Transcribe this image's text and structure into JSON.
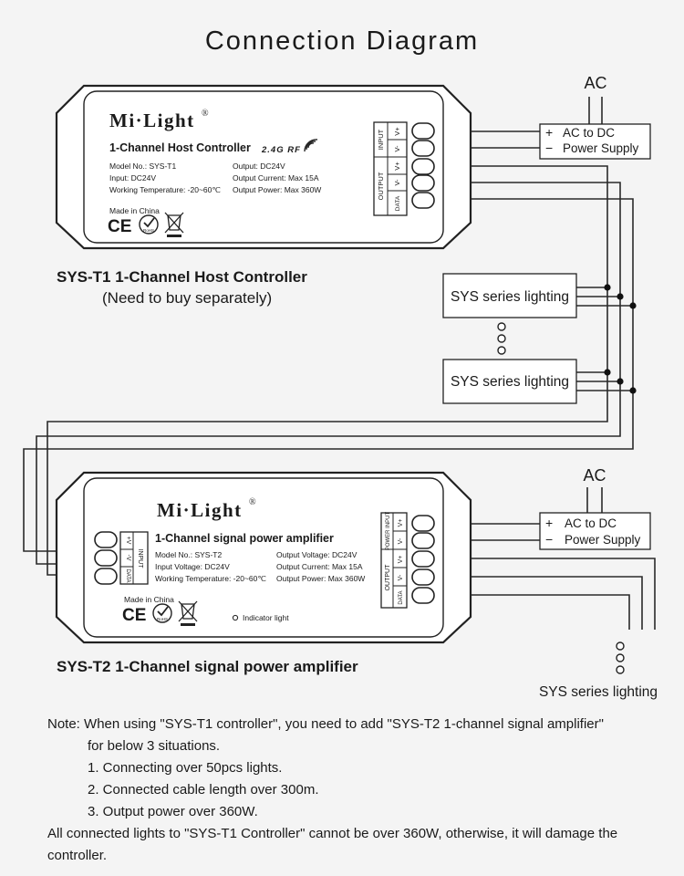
{
  "title": "Connection Diagram",
  "host": {
    "brand": "Mi·Light",
    "reg": "®",
    "product": "1-Channel Host Controller",
    "rf": "2.4G RF",
    "specs_left": [
      "Model No.: SYS-T1",
      "Input: DC24V",
      "Working Temperature: -20~60℃"
    ],
    "specs_right": [
      "Output: DC24V",
      "Output Current: Max 15A",
      "Output Power: Max 360W"
    ],
    "made_in": "Made in China",
    "ce": "CE",
    "rohs": "RoHS",
    "group_input": "INPUT",
    "group_output": "OUTPUT",
    "terminals": [
      "V+",
      "V-",
      "V+",
      "V-",
      "DATA"
    ],
    "caption": "SYS-T1 1-Channel Host Controller",
    "subcaption": "(Need to buy separately)"
  },
  "amp": {
    "brand": "Mi·Light",
    "reg": "®",
    "product": "1-Channel signal power amplifier",
    "specs_left": [
      "Model No.: SYS-T2",
      "Input Voltage: DC24V",
      "Working Temperature: -20~60℃"
    ],
    "specs_right": [
      "Output Voltage: DC24V",
      "Output Current: Max 15A",
      "Output Power: Max 360W"
    ],
    "made_in": "Made in China",
    "ce": "CE",
    "rohs": "RoHS",
    "indicator": "Indicator light",
    "left_group": "INPUT",
    "left_terminals": [
      "+V",
      "-V",
      "DATA"
    ],
    "right_power": "POWER INPUT",
    "right_output": "OUTPUT",
    "right_terminals": [
      "V+",
      "V-",
      "DATA"
    ],
    "caption": "SYS-T2 1-Channel signal power amplifier"
  },
  "ac_label": "AC",
  "psu": {
    "line1": "AC to DC",
    "line2": "Power Supply",
    "plus": "+",
    "minus": "−"
  },
  "lighting_label": "SYS series lighting",
  "note": {
    "label": "Note:",
    "lines": [
      "When using \"SYS-T1 controller\", you need to add \"SYS-T2 1-channel signal amplifier\"",
      "for below 3 situations.",
      "1. Connecting over 50pcs lights.",
      "2. Connected cable length over 300m.",
      "3. Output power over 360W."
    ],
    "footer": "All connected lights to \"SYS-T1 Controller\" cannot be over 360W, otherwise, it will damage the controller."
  }
}
